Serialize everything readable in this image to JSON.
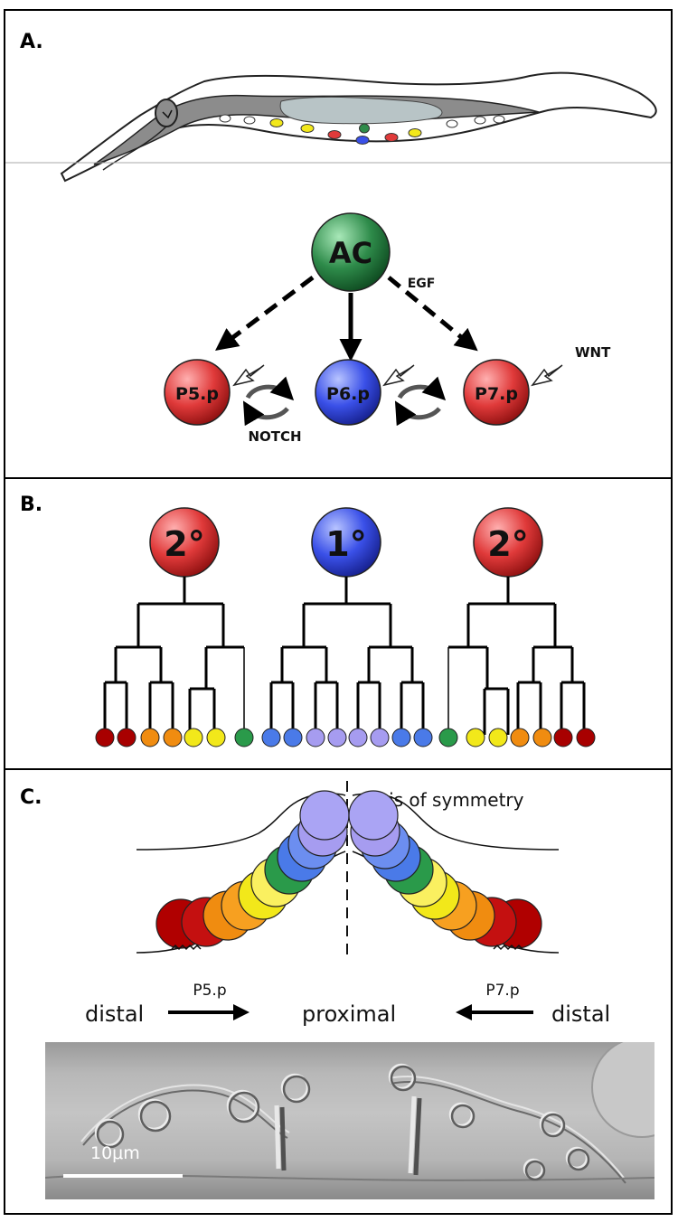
{
  "panels": {
    "a": {
      "label": "A.",
      "ac_label": "AC",
      "egf_label": "EGF",
      "wnt_label": "WNT",
      "notch_label": "NOTCH",
      "cells": [
        "P5.p",
        "P6.p",
        "P7.p"
      ]
    },
    "b": {
      "label": "B.",
      "fates": [
        "2°",
        "1°",
        "2°"
      ]
    },
    "c": {
      "label": "C.",
      "axis_label": "axis of symmetry",
      "distal_left": "distal",
      "distal_right": "distal",
      "proximal": "proximal",
      "p5_label": "P5.p",
      "p7_label": "P7.p",
      "scale_bar": "10μm"
    }
  },
  "colors": {
    "ac": "#2e8b4a",
    "secondary": "#d02a2a",
    "primary": "#3048e0",
    "dark_red": "#a80000",
    "orange": "#f08c10",
    "yellow": "#f2e81a",
    "green": "#2a9a4a",
    "blue": "#4a7ae8",
    "lavender": "#a69cf0"
  }
}
